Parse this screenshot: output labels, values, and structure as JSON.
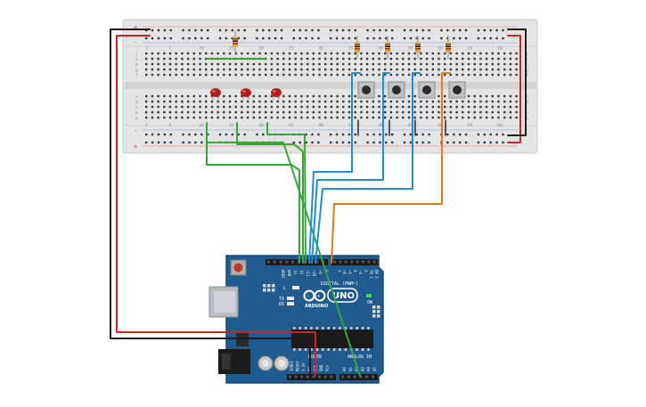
{
  "colors": {
    "board": "#1f5b8e",
    "board_edge": "#174a75",
    "breadboard": "#e3e3e3",
    "breadboard_strip": "#d4d4d4",
    "hole": "#3a3a3a",
    "wire_red": "#d32121",
    "wire_black": "#1b1b1b",
    "wire_green": "#35a83a",
    "wire_blue": "#1e8fd6",
    "wire_orange": "#e07b12",
    "led": "#b01f1f",
    "resistor": "#d9b36a"
  },
  "breadboard": {
    "column_numbers": [
      "1",
      "5",
      "10",
      "15",
      "20",
      "25",
      "30",
      "35",
      "40",
      "45",
      "50",
      "55",
      "60"
    ],
    "row_letters_top": [
      "j",
      "i",
      "h",
      "g",
      "f"
    ],
    "row_letters_bottom": [
      "e",
      "d",
      "c",
      "b",
      "a"
    ],
    "rail_plus": "+",
    "rail_minus": "-"
  },
  "arduino": {
    "logo_text": "UNO",
    "brand": "ARDUINO",
    "digital_label": "DIGITAL (PWM~)",
    "on_label": "ON",
    "tx_label": "TX",
    "rx_label": "RX",
    "l_label": "L",
    "power_label": "POWER",
    "analog_label": "ANALOG IN",
    "top_pins": [
      "AREF",
      "GND",
      "13",
      "12",
      "~11",
      "~10",
      "~9",
      "8",
      "7",
      "~6",
      "~5",
      "4",
      "~3",
      "2",
      "TX 1",
      "RX 0"
    ],
    "power_pins": [
      "IOREF",
      "RESET",
      "3.3V",
      "5V",
      "GND",
      "GND",
      "Vin"
    ],
    "analog_pins": [
      "A0",
      "A1",
      "A2",
      "A3",
      "A4",
      "A5"
    ]
  }
}
